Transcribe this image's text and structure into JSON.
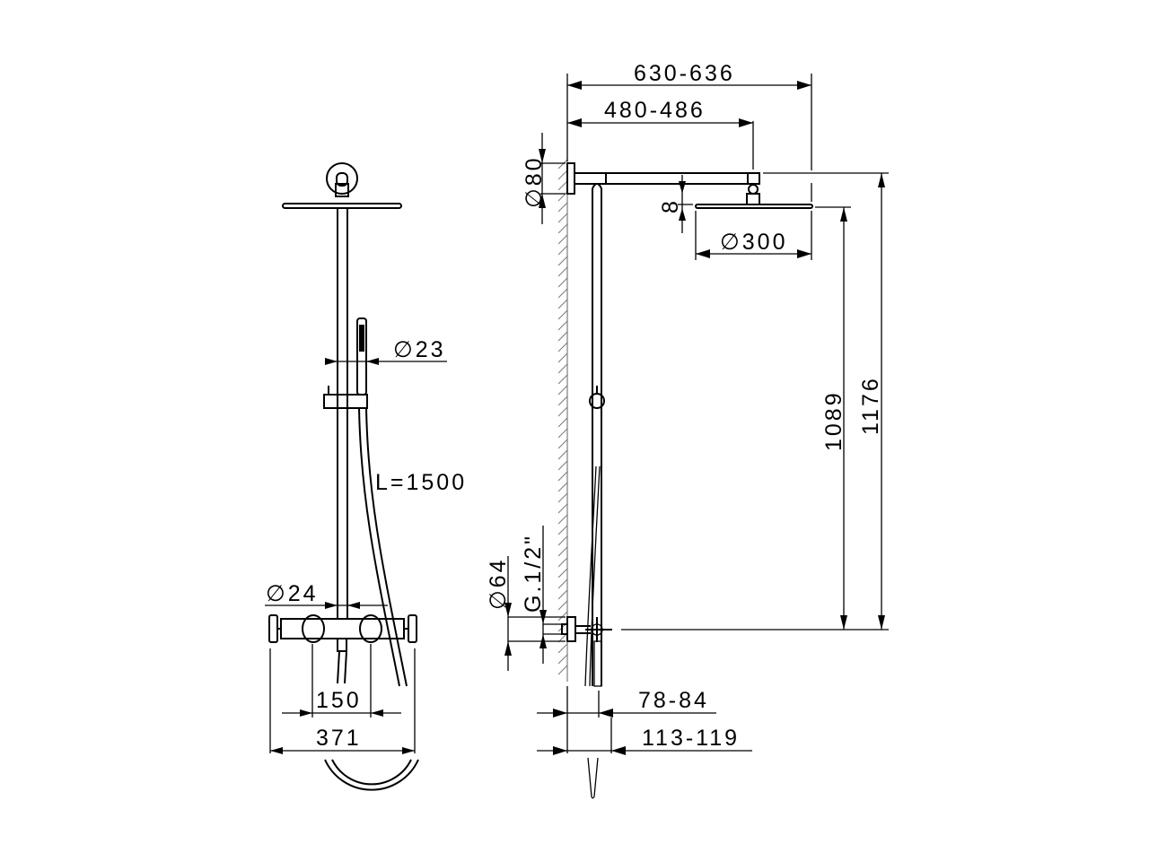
{
  "drawing": {
    "title": "Shower column technical drawing",
    "front_view": {
      "hand_shower_diameter": "∅23",
      "hose_length": "L=1500",
      "pipe_diameter": "∅24",
      "inlet_spacing": "150",
      "overall_width": "371"
    },
    "side_view": {
      "projection_max": "630-636",
      "arm_projection": "480-486",
      "wall_flange_diameter": "∅80",
      "head_offset": "8",
      "head_diameter": "∅300",
      "height_to_head": "1089",
      "height_to_arm": "1176",
      "inlet_flange_diameter": "∅64",
      "inlet_thread": "G.1/2\"",
      "wall_to_column": "78-84",
      "wall_to_front": "113-119"
    }
  }
}
